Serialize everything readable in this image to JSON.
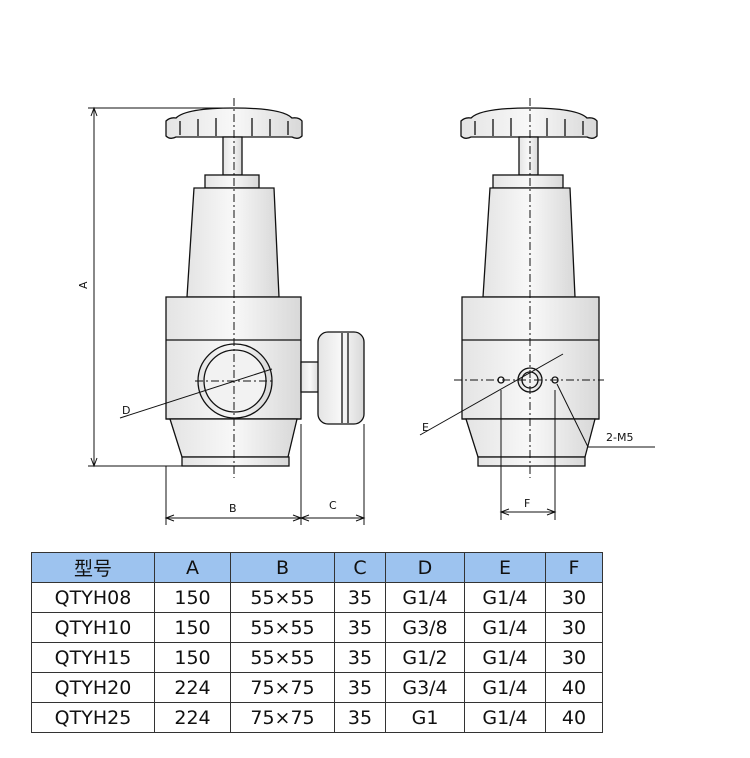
{
  "labels": {
    "A": "A",
    "B": "B",
    "C": "C",
    "D": "D",
    "E": "E",
    "F": "F",
    "mount": "2-M5"
  },
  "table": {
    "headers": [
      "型号",
      "A",
      "B",
      "C",
      "D",
      "E",
      "F"
    ],
    "rows": [
      [
        "QTYH08",
        "150",
        "55×55",
        "35",
        "G1/4",
        "G1/4",
        "30"
      ],
      [
        "QTYH10",
        "150",
        "55×55",
        "35",
        "G3/8",
        "G1/4",
        "30"
      ],
      [
        "QTYH15",
        "150",
        "55×55",
        "35",
        "G1/2",
        "G1/4",
        "30"
      ],
      [
        "QTYH20",
        "224",
        "75×75",
        "35",
        "G3/4",
        "G1/4",
        "40"
      ],
      [
        "QTYH25",
        "224",
        "75×75",
        "35",
        "G1",
        "G1/4",
        "40"
      ]
    ]
  },
  "colors": {
    "header_bg": "#9dc3ef",
    "line": "#111111"
  }
}
